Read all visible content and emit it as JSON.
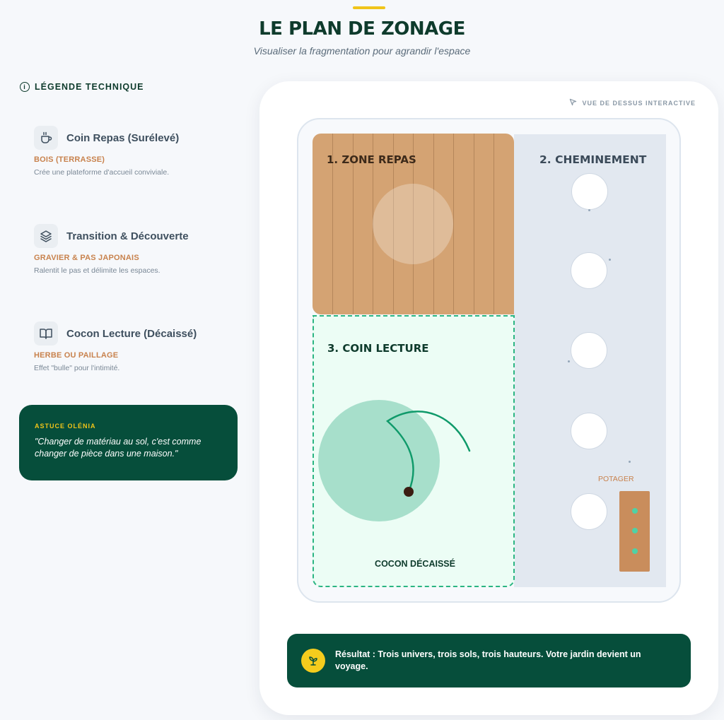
{
  "header": {
    "title": "LE PLAN DE ZONAGE",
    "subtitle": "Visualiser la fragmentation pour agrandir l'espace"
  },
  "legend": {
    "heading": "LÉGENDE TECHNIQUE",
    "heading_icon": "info-icon",
    "items": [
      {
        "icon": "coffee-cup-icon",
        "title": "Coin Repas (Surélevé)",
        "material": "BOIS (TERRASSE)",
        "description": "Crée une plateforme d'accueil conviviale."
      },
      {
        "icon": "layers-icon",
        "title": "Transition & Découverte",
        "material": "GRAVIER & PAS JAPONAIS",
        "description": "Ralentit le pas et délimite les espaces."
      },
      {
        "icon": "open-book-icon",
        "title": "Cocon Lecture (Décaissé)",
        "material": "HERBE OU PAILLAGE",
        "description": "Effet \"bulle\" pour l'intimité."
      }
    ]
  },
  "tip": {
    "label": "ASTUCE OLÉNIA",
    "text": "\"Changer de matériau au sol, c'est comme changer de pièce dans une maison.\""
  },
  "plan": {
    "view_label": "VUE DE DESSUS INTERACTIVE",
    "view_icon": "cursor-icon",
    "zones": {
      "dining": {
        "title": "1. ZONE REPAS",
        "color": "#d4a373"
      },
      "path": {
        "title": "2. CHEMINEMENT",
        "color": "#e2e8f0",
        "stepping_stones": 5
      },
      "reading": {
        "title": "3. COIN LECTURE",
        "caption": "COCON DÉCAISSÉ",
        "color": "#ecfdf5",
        "accent": "#2bb582"
      }
    },
    "potager": {
      "label": "POTAGER",
      "seeds": 3
    }
  },
  "result": {
    "icon": "sprout-icon",
    "label": "Résultat :",
    "text": " Trois univers, trois sols, trois hauteurs. Votre jardin devient un voyage."
  },
  "colors": {
    "accent_yellow": "#f0c419",
    "dark_green": "#064e3b",
    "material_orange": "#c8824d"
  }
}
